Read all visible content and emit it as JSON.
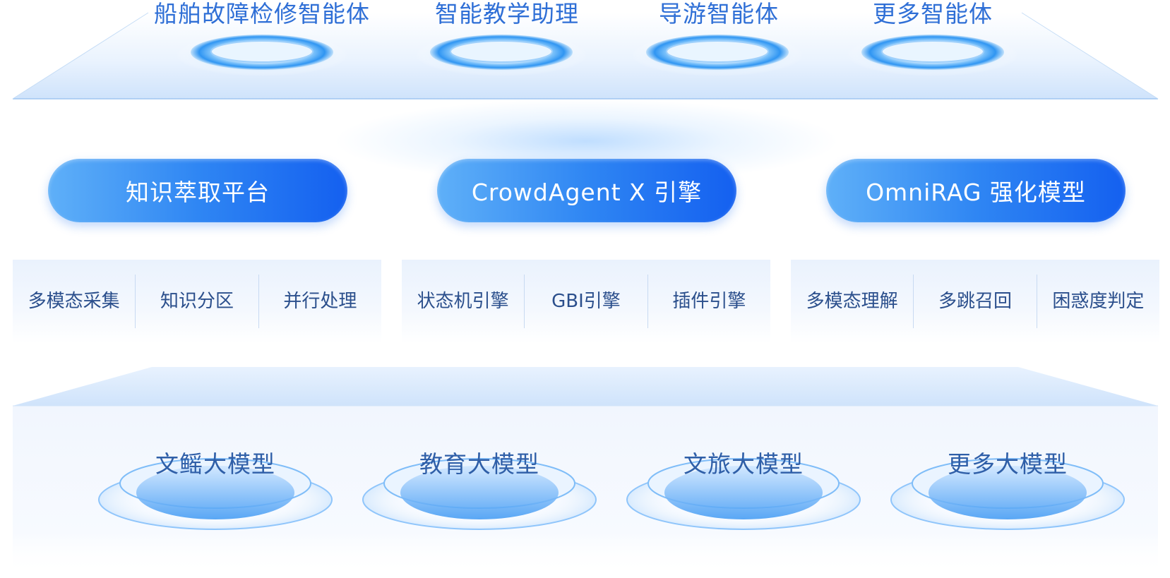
{
  "agents": [
    {
      "label": "船舶故障检修智能体"
    },
    {
      "label": "智能教学助理"
    },
    {
      "label": "导游智能体"
    },
    {
      "label": "更多智能体"
    }
  ],
  "engines": [
    {
      "label": "知识萃取平台"
    },
    {
      "label": "CrowdAgent X 引擎"
    },
    {
      "label": "OmniRAG 强化模型"
    }
  ],
  "capabilities": [
    {
      "items": [
        "多模态采集",
        "知识分区",
        "并行处理"
      ]
    },
    {
      "items": [
        "状态机引擎",
        "GBI引擎",
        "插件引擎"
      ]
    },
    {
      "items": [
        "多模态理解",
        "多跳召回",
        "困惑度判定"
      ]
    }
  ],
  "models": [
    {
      "label": "文鳐大模型"
    },
    {
      "label": "教育大模型"
    },
    {
      "label": "文旅大模型"
    },
    {
      "label": "更多大模型"
    }
  ],
  "colors": {
    "accent": "#1f6ff0",
    "title_blue": "#2f6fd6",
    "capability_text": "#2b4f8c",
    "plate_light": "#eef5fe"
  }
}
